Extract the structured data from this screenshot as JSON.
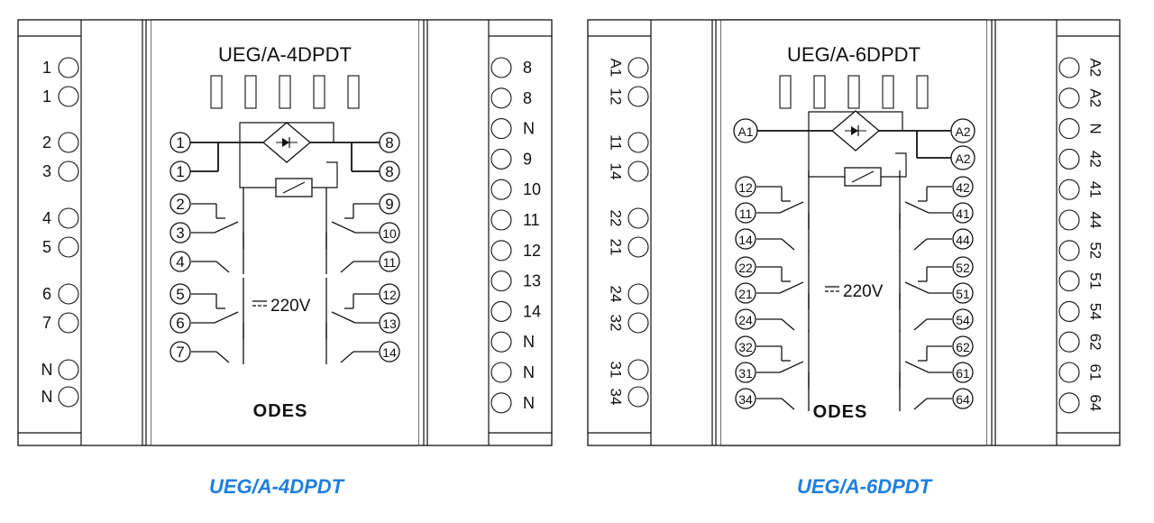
{
  "colors": {
    "ink": "#111111",
    "caption": "#1e7fe0"
  },
  "left_relay": {
    "title": "UEG/A-4DPDT",
    "caption": "UEG/A-4DPDT",
    "logo": "ODES",
    "voltage": "220V",
    "left_terminals": [
      "1",
      "1",
      "2",
      "3",
      "4",
      "5",
      "6",
      "7",
      "N",
      "N"
    ],
    "right_terminals": [
      "8",
      "8",
      "N",
      "9",
      "10",
      "11",
      "12",
      "13",
      "14",
      "N",
      "N",
      "N"
    ],
    "coil_left_labels": [
      "1",
      "1"
    ],
    "coil_right_labels": [
      "8",
      "8"
    ],
    "contacts_left": [
      [
        "2",
        "3",
        "4"
      ],
      [
        "5",
        "6",
        "7"
      ]
    ],
    "contacts_right": [
      [
        "9",
        "10",
        "11"
      ],
      [
        "12",
        "13",
        "14"
      ]
    ]
  },
  "right_relay": {
    "title": "UEG/A-6DPDT",
    "caption": "UEG/A-6DPDT",
    "logo": "ODES",
    "voltage": "220V",
    "left_terminals": [
      "A1",
      "12",
      "11",
      "14",
      "22",
      "21",
      "24",
      "32",
      "31",
      "34"
    ],
    "right_terminals": [
      "A2",
      "A2",
      "N",
      "42",
      "41",
      "44",
      "52",
      "51",
      "54",
      "62",
      "61",
      "64"
    ],
    "coil_left_labels": [
      "A1"
    ],
    "coil_right_labels": [
      "A2",
      "A2"
    ],
    "contacts_left": [
      [
        "12",
        "11",
        "14"
      ],
      [
        "22",
        "21",
        "24"
      ],
      [
        "32",
        "31",
        "34"
      ]
    ],
    "contacts_right": [
      [
        "42",
        "41",
        "44"
      ],
      [
        "52",
        "51",
        "54"
      ],
      [
        "62",
        "61",
        "64"
      ]
    ]
  }
}
